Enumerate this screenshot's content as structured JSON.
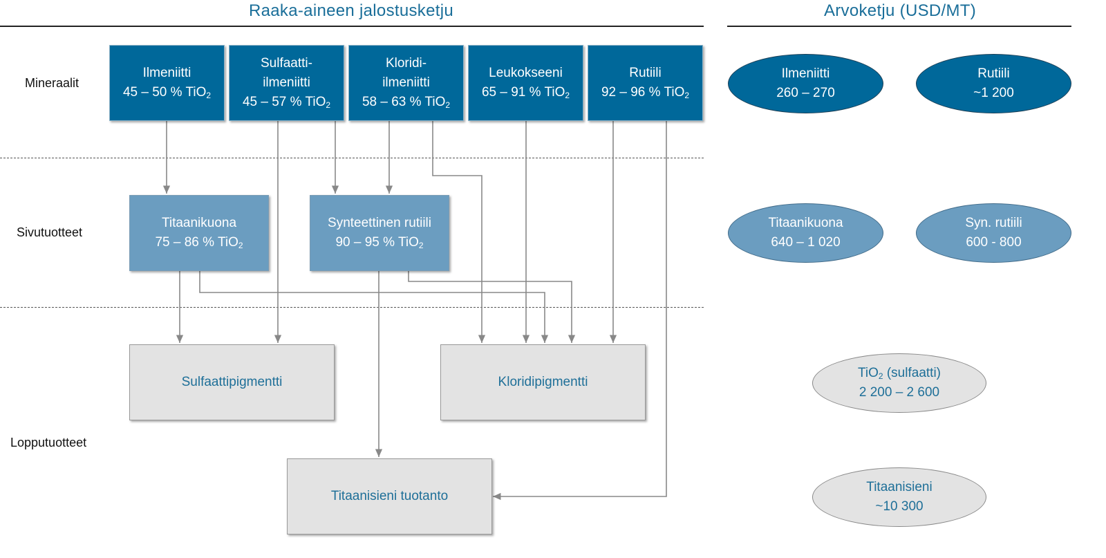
{
  "headings": {
    "left": "Raaka-aineen jalostusketju",
    "right": "Arvoketju (USD/MT)"
  },
  "row_labels": {
    "minerals": "Mineraalit",
    "byproducts": "Sivutuotteet",
    "end_products": "Lopputuotteet"
  },
  "minerals": [
    {
      "line1": "Ilmeniitti",
      "line2": "45 – 50 % TiO",
      "sub": "2"
    },
    {
      "line0": "Sulfaatti-",
      "line1": "ilmeniitti",
      "line2": "45 – 57 % TiO",
      "sub": "2"
    },
    {
      "line0": "Kloridi-",
      "line1": "ilmeniitti",
      "line2": "58 – 63 % TiO",
      "sub": "2"
    },
    {
      "line1": "Leukokseeni",
      "line2": "65 – 91 % TiO",
      "sub": "2"
    },
    {
      "line1": "Rutiili",
      "line2": "92 – 96 % TiO",
      "sub": "2"
    }
  ],
  "byproducts": [
    {
      "line1": "Titaanikuona",
      "line2": "75 – 86 % TiO",
      "sub": "2"
    },
    {
      "line1": "Synteettinen rutiili",
      "line2": "90 – 95 % TiO",
      "sub": "2"
    }
  ],
  "end_products": {
    "sulfate": "Sulfaattipigmentti",
    "chloride": "Kloridipigmentti",
    "sponge": "Titaanisieni tuotanto"
  },
  "values": {
    "ilmenite": {
      "name": "Ilmeniitti",
      "value": "260 – 270"
    },
    "rutile": {
      "name": "Rutiili",
      "value": "~1 200"
    },
    "slag": {
      "name": "Titaanikuona",
      "value": "640 – 1 020"
    },
    "syn_rutile": {
      "name": "Syn. rutiili",
      "value": "600 - 800"
    },
    "tio2": {
      "name_pre": "TiO",
      "sub": "2",
      "name_post": " (sulfaatti)",
      "value": "2 200 – 2 600"
    },
    "sponge": {
      "name": "Titaanisieni",
      "value": "~10 300"
    }
  },
  "colors": {
    "mineral_fill": "#00689a",
    "byproduct_fill": "#6b9dc0",
    "endproduct_fill": "#e3e3e3",
    "heading_text": "#1a6e99",
    "arrow": "#888888"
  }
}
